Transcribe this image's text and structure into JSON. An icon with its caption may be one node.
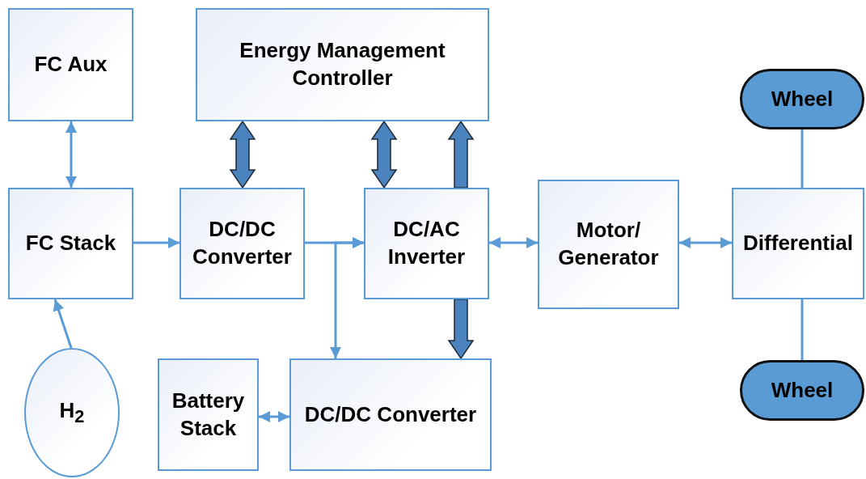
{
  "diagram": {
    "nodes": [
      {
        "text": [
          "FC Aux"
        ]
      },
      {
        "text": [
          "Energy Management Controller"
        ]
      },
      {
        "text": [
          "Wheel"
        ]
      },
      {
        "text": [
          "FC Stack"
        ]
      },
      {
        "text": [
          "DC/DC Converter"
        ]
      },
      {
        "text": [
          "DC/AC Inverter"
        ]
      },
      {
        "text": [
          "Motor/ Generator"
        ]
      },
      {
        "text": [
          "Differential"
        ]
      },
      {
        "text": [
          "H$_{2}$"
        ]
      },
      {
        "text": [
          "Battery Stack"
        ]
      },
      {
        "text": [
          "DC/DC Converter"
        ]
      },
      {
        "text": [
          "Wheel"
        ]
      }
    ],
    "edges": [
      {
        "from": 0,
        "to": 3,
        "arrow": "both"
      },
      {
        "from": 1,
        "to": 4,
        "arrow": "both",
        "style": "thick",
        "color": "#4a83bd"
      },
      {
        "from": 1,
        "to": 5,
        "arrow": "both",
        "style": "thick",
        "color": "#4a83bd"
      },
      {
        "from": 5,
        "to": 1,
        "arrow": "to",
        "style": "thick",
        "color": "#4a83bd"
      },
      {
        "from": 3,
        "to": 4,
        "arrow": "to"
      },
      {
        "from": 4,
        "to": 5,
        "arrow": "to"
      },
      {
        "from": 10,
        "to": 5,
        "arrow": "both"
      },
      {
        "from": 5,
        "to": 10,
        "arrow": "to",
        "style": "thick",
        "color": "#4a83bd"
      },
      {
        "from": 5,
        "to": 6,
        "arrow": "both"
      },
      {
        "from": 6,
        "to": 7,
        "arrow": "both"
      },
      {
        "from": 7,
        "to": 2,
        "arrow": "none"
      },
      {
        "from": 7,
        "to": 11,
        "arrow": "none"
      },
      {
        "from": 9,
        "to": 10,
        "arrow": "both"
      },
      {
        "from": 8,
        "to": 3,
        "arrow": "to"
      }
    ]
  }
}
